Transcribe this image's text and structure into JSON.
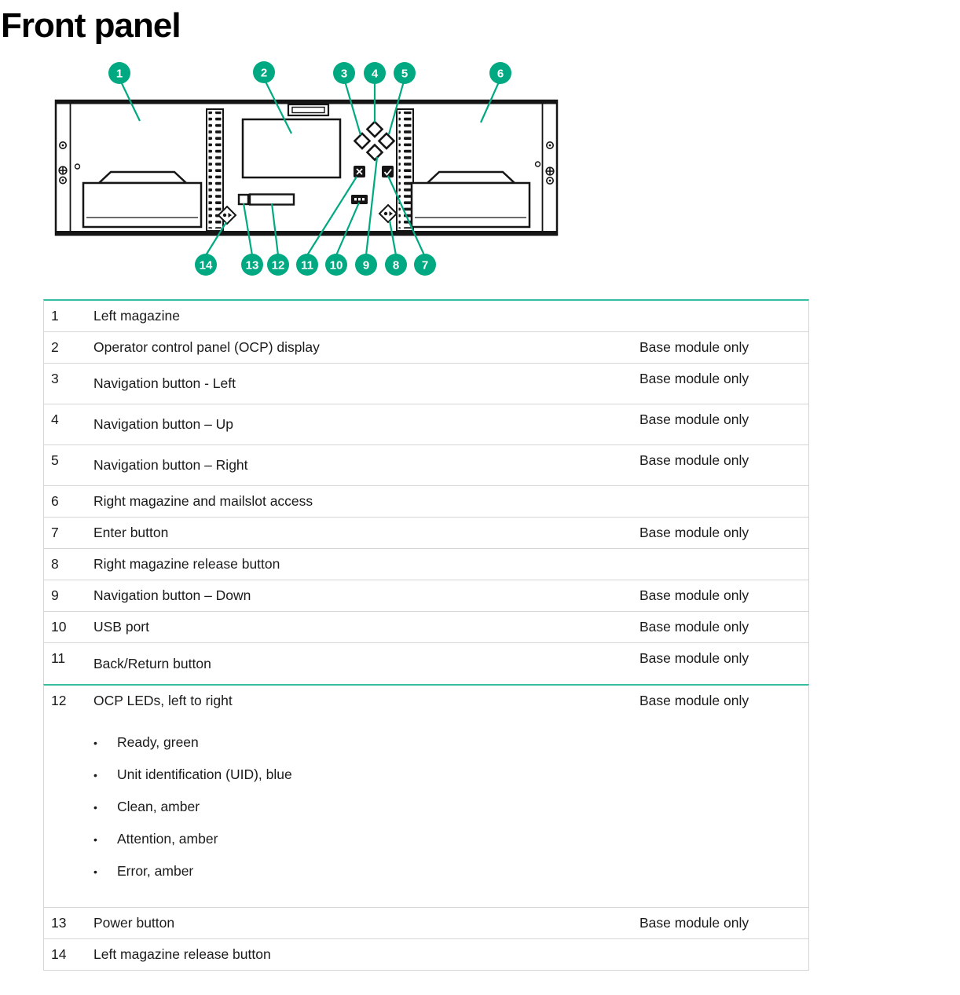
{
  "page": {
    "title": "Front panel"
  },
  "colors": {
    "accent_green": "#01A982",
    "table_border_green": "#35BCA3",
    "row_divider": "#D6D6D6",
    "diagram_line": "#151515"
  },
  "diagram": {
    "callouts": [
      "1",
      "2",
      "3",
      "4",
      "5",
      "6",
      "7",
      "8",
      "9",
      "10",
      "11",
      "12",
      "13",
      "14"
    ]
  },
  "table": {
    "bullet_char": "•",
    "rows": [
      {
        "num": "1",
        "desc": "Left magazine",
        "note": ""
      },
      {
        "num": "2",
        "desc": "Operator control panel (OCP) display",
        "note": "Base module only"
      },
      {
        "num": "3",
        "desc": "Navigation button - Left",
        "note": "Base module only"
      },
      {
        "num": "4",
        "desc": "Navigation button – Up",
        "note": "Base module only"
      },
      {
        "num": "5",
        "desc": "Navigation button – Right",
        "note": "Base module only"
      },
      {
        "num": "6",
        "desc": "Right magazine and mailslot access",
        "note": ""
      },
      {
        "num": "7",
        "desc": "Enter button",
        "note": "Base module only"
      },
      {
        "num": "8",
        "desc": "Right magazine release button",
        "note": ""
      },
      {
        "num": "9",
        "desc": "Navigation button – Down",
        "note": "Base module only"
      },
      {
        "num": "10",
        "desc": "USB port",
        "note": "Base module only"
      },
      {
        "num": "11",
        "desc": "Back/Return button",
        "note": "Base module only"
      },
      {
        "num": "12",
        "desc": "OCP LEDs, left to right",
        "note": "Base module only",
        "bullets": [
          "Ready, green",
          "Unit identification (UID), blue",
          "Clean, amber",
          "Attention, amber",
          "Error, amber"
        ]
      },
      {
        "num": "13",
        "desc": "Power button",
        "note": "Base module only"
      },
      {
        "num": "14",
        "desc": "Left magazine release button",
        "note": ""
      }
    ]
  }
}
